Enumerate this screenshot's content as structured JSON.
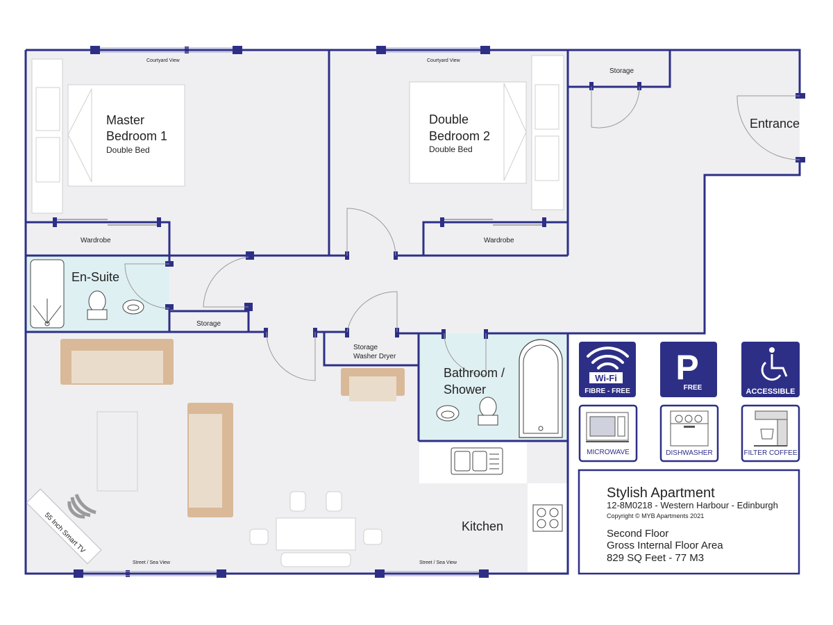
{
  "rooms": {
    "master_bedroom": {
      "name_line1": "Master",
      "name_line2": "Bedroom 1",
      "bed": "Double Bed"
    },
    "double_bedroom": {
      "name_line1": "Double",
      "name_line2": "Bedroom 2",
      "bed": "Double Bed"
    },
    "storage_top": "Storage",
    "entrance": "Entrance",
    "wardrobe_1": "Wardrobe",
    "wardrobe_2": "Wardrobe",
    "en_suite": "En-Suite",
    "storage_mid": "Storage",
    "storage_washer_line1": "Storage",
    "storage_washer_line2": "Washer Dryer",
    "bathroom_line1": "Bathroom /",
    "bathroom_line2": "Shower",
    "kitchen": "Kitchen",
    "tv": "55 Inch Smart TV"
  },
  "views": {
    "courtyard_1": "Courtyard View",
    "courtyard_2": "Courtyard View",
    "street_1": "Street / Sea View",
    "street_2": "Street / Sea View"
  },
  "amenities": {
    "wifi_badge": "Wi-Fi",
    "wifi_caption": "FIBRE - FREE",
    "parking_letter": "P",
    "parking_caption": "FREE",
    "accessible_caption": "ACCESSIBLE",
    "microwave_caption": "MICROWAVE",
    "dishwasher_caption": "DISHWASHER",
    "coffee_caption": "FILTER COFFEE"
  },
  "info": {
    "title": "Stylish Apartment",
    "reference": "12-8M0218 - Western Harbour - Edinburgh",
    "copyright": "Copyright © MYB Apartments 2021",
    "floor": "Second Floor",
    "area_label": "Gross Internal Floor Area",
    "area_value": "829 SQ Feet  - 77 M3"
  },
  "colors": {
    "wall": "#2d2f86",
    "floor": "#efeff2",
    "wet_room": "#dff0f3",
    "sofa": "#d9b998"
  }
}
